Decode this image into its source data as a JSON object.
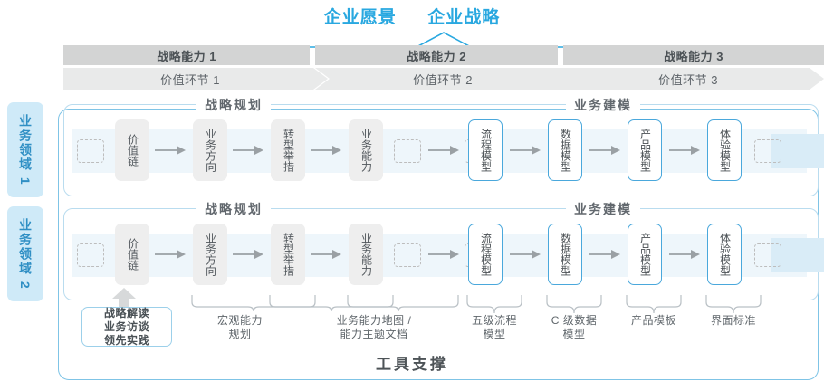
{
  "header": {
    "vision": "企业愿景",
    "strategy": "企业战略"
  },
  "capabilities": [
    {
      "label": "战略能力 1"
    },
    {
      "label": "战略能力 2"
    },
    {
      "label": "战略能力 3"
    }
  ],
  "value_stages": [
    {
      "label": "价值环节 1"
    },
    {
      "label": "价值环节 2"
    },
    {
      "label": "价值环节 3"
    }
  ],
  "domains": [
    {
      "label": "业务领域 1"
    },
    {
      "label": "业务领域 2"
    }
  ],
  "band_titles": {
    "left": "战略规划",
    "right": "业务建模"
  },
  "nodes": {
    "planning": [
      {
        "label": "价值链"
      },
      {
        "label": "业务方向"
      },
      {
        "label": "转型举措"
      },
      {
        "label": "业务能力"
      }
    ],
    "modeling": [
      {
        "label": "流程模型"
      },
      {
        "label": "数据模型"
      },
      {
        "label": "产品模型"
      },
      {
        "label": "体验模型"
      }
    ]
  },
  "tools": {
    "hint_box": "战略解读\n业务访谈\n领先实践",
    "labels": [
      {
        "label": "宏观能力\n规划"
      },
      {
        "label": "业务能力地图 /\n能力主题文档"
      },
      {
        "label": "五级流程\n模型"
      },
      {
        "label": "C 级数据\n模型"
      },
      {
        "label": "产品模板"
      },
      {
        "label": "界面标准"
      }
    ],
    "footer": "工具支撑"
  },
  "colors": {
    "accent_blue": "#29a8e0",
    "band_border": "#b9dcef",
    "node_blue_border": "#4aa8dc",
    "cap_bar": "#d3d4d4",
    "stage_bar": "#e9eaea",
    "domain_tab": "#cfeaf8",
    "flow_band": "#eef6fb",
    "big_arrow": "#d9ecf7"
  }
}
